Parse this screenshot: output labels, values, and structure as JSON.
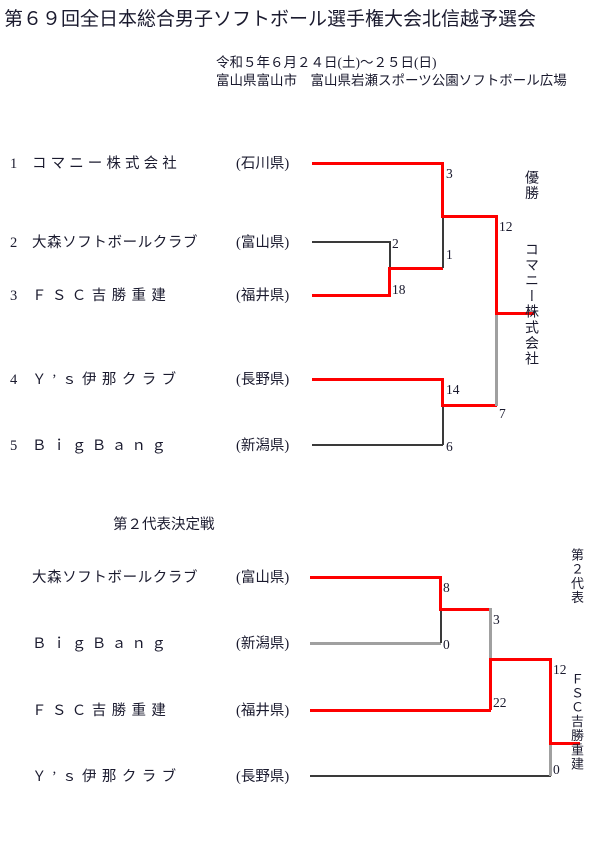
{
  "header": {
    "title": "第６９回全日本総合男子ソフトボール選手権大会北信越予選会",
    "date": "令和５年６月２４日(土)〜２５日(日)",
    "venue": "富山県富山市　富山県岩瀬スポーツ公園ソフトボール広場"
  },
  "colors": {
    "winner_line": "#fe0000",
    "loser_line": "#3a3a3a",
    "gray_line": "#a0a0a0",
    "text": "#1a1a2e"
  },
  "main_bracket": {
    "teams": [
      {
        "seed": "1",
        "name": "コマニー株式会社",
        "pref": "(石川県)"
      },
      {
        "seed": "2",
        "name": "大森ソフトボールクラブ",
        "pref": "(富山県)"
      },
      {
        "seed": "3",
        "name": "ＦＳＣ吉勝重建",
        "pref": "(福井県)"
      },
      {
        "seed": "4",
        "name": "Ｙ’ｓ伊那クラブ",
        "pref": "(長野県)"
      },
      {
        "seed": "5",
        "name": "ＢｉｇＢａｎｇ",
        "pref": "(新潟県)"
      }
    ],
    "scores": {
      "r1_upper_top": "2",
      "r1_upper_bottom": "18",
      "r1_lower_top": "14",
      "r1_lower_bottom": "6",
      "semi_top": "3",
      "semi_bottom": "1",
      "final_top": "12",
      "final_bottom": "7"
    },
    "result_label": "優勝",
    "result_team": "コマニー株式会社"
  },
  "second_bracket": {
    "heading": "第２代表決定戦",
    "teams": [
      {
        "name": "大森ソフトボールクラブ",
        "pref": "(富山県)"
      },
      {
        "name": "ＢｉｇＢａｎｇ",
        "pref": "(新潟県)"
      },
      {
        "name": "ＦＳＣ吉勝重建",
        "pref": "(福井県)"
      },
      {
        "name": "Ｙ’ｓ伊那クラブ",
        "pref": "(長野県)"
      }
    ],
    "scores": {
      "r1_top": "8",
      "r1_bottom": "0",
      "r2_top": "3",
      "r2_bottom": "22",
      "final_top": "12",
      "final_bottom": "0"
    },
    "result_label": "第２代表",
    "result_team": "ＦＳＣ吉勝重建"
  }
}
